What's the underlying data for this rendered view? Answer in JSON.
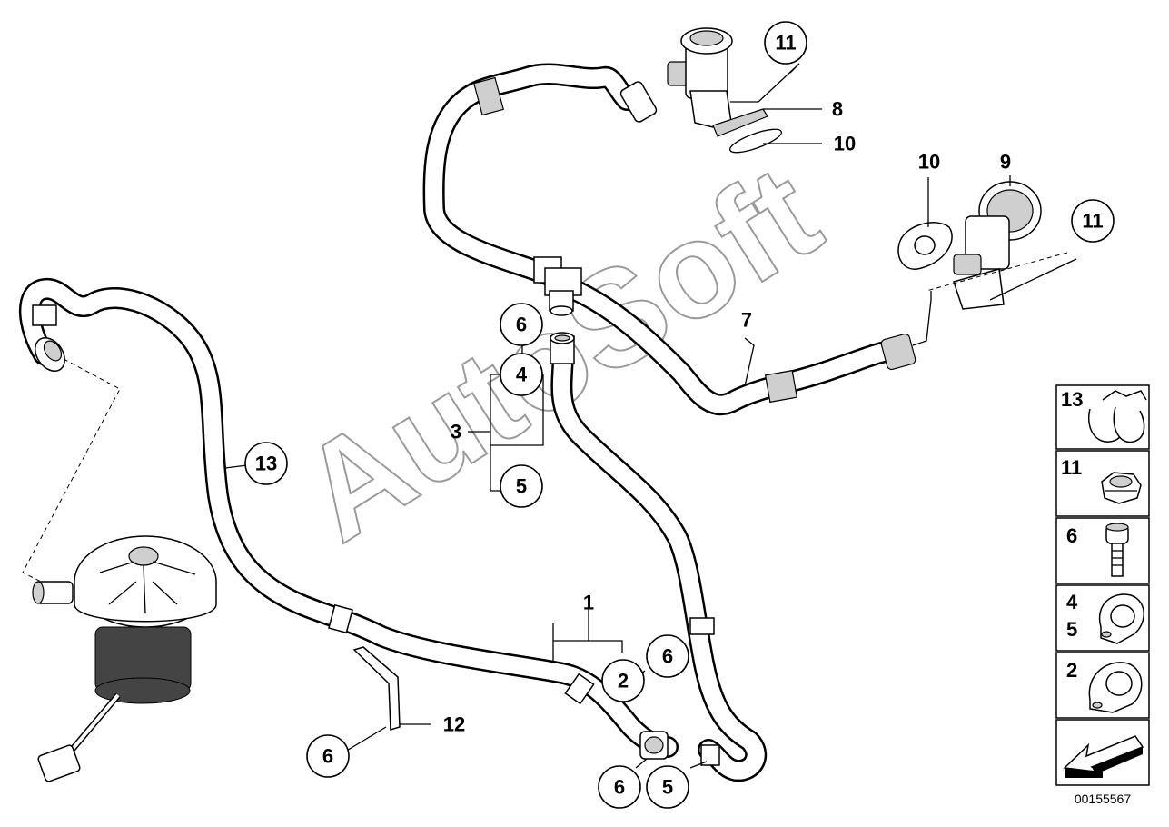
{
  "watermark": "AutoSoft",
  "reference_number": "00155567",
  "callouts": [
    {
      "id": "c11a",
      "label": "11",
      "circled": true
    },
    {
      "id": "c8",
      "label": "8",
      "circled": false
    },
    {
      "id": "c10a",
      "label": "10",
      "circled": false
    },
    {
      "id": "c10b",
      "label": "10",
      "circled": false
    },
    {
      "id": "c9",
      "label": "9",
      "circled": false
    },
    {
      "id": "c11b",
      "label": "11",
      "circled": true
    },
    {
      "id": "c7",
      "label": "7",
      "circled": false
    },
    {
      "id": "c6a",
      "label": "6",
      "circled": true
    },
    {
      "id": "c4",
      "label": "4",
      "circled": true
    },
    {
      "id": "c3",
      "label": "3",
      "circled": false
    },
    {
      "id": "c5a",
      "label": "5",
      "circled": true
    },
    {
      "id": "c13",
      "label": "13",
      "circled": true
    },
    {
      "id": "c1",
      "label": "1",
      "circled": false
    },
    {
      "id": "c6b",
      "label": "6",
      "circled": true
    },
    {
      "id": "c2",
      "label": "2",
      "circled": true
    },
    {
      "id": "c12",
      "label": "12",
      "circled": false
    },
    {
      "id": "c6c",
      "label": "6",
      "circled": true
    },
    {
      "id": "c6d",
      "label": "6",
      "circled": true
    },
    {
      "id": "c5b",
      "label": "5",
      "circled": true
    }
  ],
  "legend": [
    {
      "labels": [
        "13"
      ],
      "icon": "hose-clip-icon"
    },
    {
      "labels": [
        "11"
      ],
      "icon": "hex-nut-icon"
    },
    {
      "labels": [
        "6"
      ],
      "icon": "bolt-icon"
    },
    {
      "labels": [
        "4",
        "5"
      ],
      "icon": "pipe-clamp-icon"
    },
    {
      "labels": [
        "2"
      ],
      "icon": "pipe-clamp-icon"
    },
    {
      "labels": [],
      "icon": "direction-arrow-icon"
    }
  ]
}
